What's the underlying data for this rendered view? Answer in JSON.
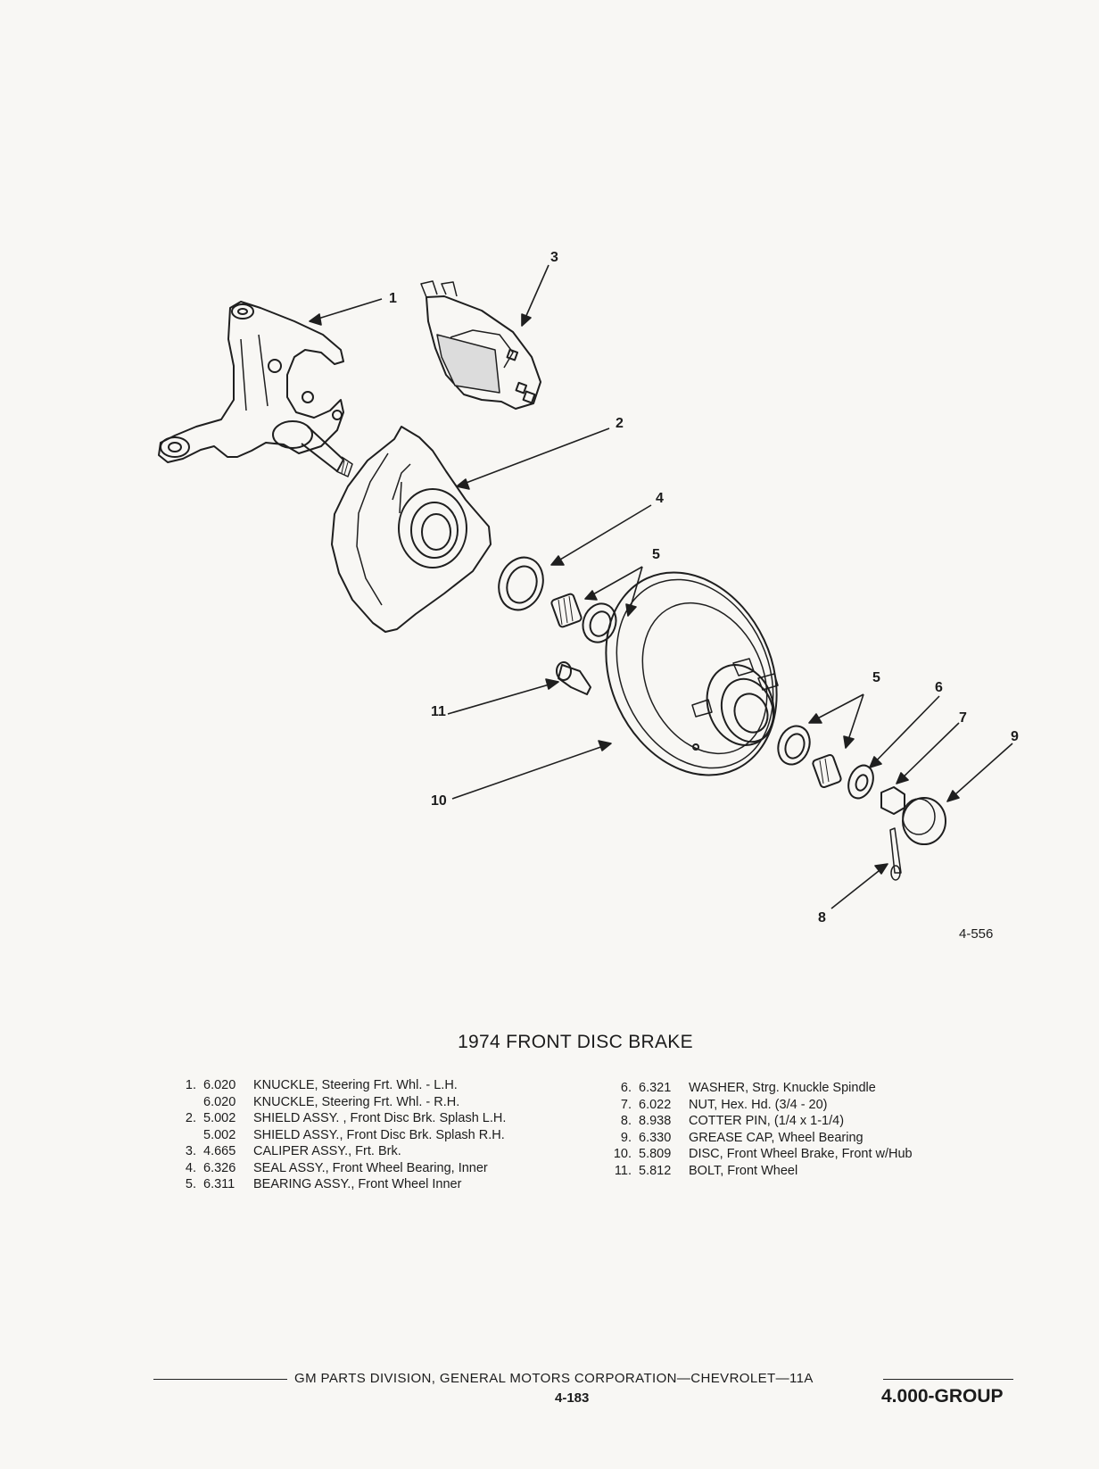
{
  "figure": {
    "callouts": [
      "1",
      "2",
      "3",
      "4",
      "5",
      "5",
      "6",
      "7",
      "8",
      "9",
      "10",
      "11"
    ],
    "figure_code": "4-556"
  },
  "title": "1974 FRONT DISC BRAKE",
  "parts_left": [
    {
      "num": "1.",
      "code": "6.020",
      "desc": "KNUCKLE, Steering Frt. Whl. - L.H."
    },
    {
      "num": "",
      "code": "6.020",
      "desc": "KNUCKLE, Steering Frt. Whl. - R.H."
    },
    {
      "num": "2.",
      "code": "5.002",
      "desc": "SHIELD ASSY. , Front Disc Brk. Splash L.H."
    },
    {
      "num": "",
      "code": "5.002",
      "desc": "SHIELD ASSY., Front Disc Brk. Splash R.H."
    },
    {
      "num": "3.",
      "code": "4.665",
      "desc": "CALIPER ASSY., Frt. Brk."
    },
    {
      "num": "4.",
      "code": "6.326",
      "desc": "SEAL ASSY., Front Wheel Bearing, Inner"
    },
    {
      "num": "5.",
      "code": "6.311",
      "desc": "BEARING ASSY., Front Wheel Inner"
    }
  ],
  "parts_right": [
    {
      "num": "6.",
      "code": "6.321",
      "desc": "WASHER, Strg. Knuckle Spindle"
    },
    {
      "num": "7.",
      "code": "6.022",
      "desc": "NUT, Hex. Hd. (3/4 - 20)"
    },
    {
      "num": "8.",
      "code": "8.938",
      "desc": "COTTER PIN, (1/4 x 1-1/4)"
    },
    {
      "num": "9.",
      "code": "6.330",
      "desc": "GREASE CAP, Wheel Bearing"
    },
    {
      "num": "10.",
      "code": "5.809",
      "desc": "DISC, Front Wheel Brake, Front w/Hub"
    },
    {
      "num": "11.",
      "code": "5.812",
      "desc": "BOLT, Front Wheel"
    }
  ],
  "footer": {
    "text": "GM PARTS DIVISION, GENERAL MOTORS CORPORATION—CHEVROLET—11A",
    "page": "4-183",
    "group": "4.000-GROUP"
  }
}
